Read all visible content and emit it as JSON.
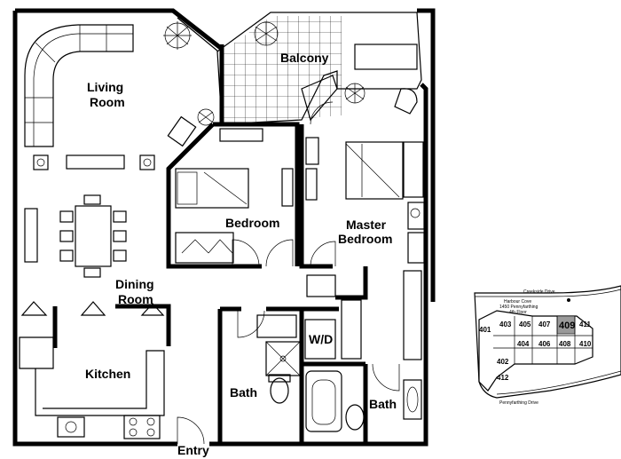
{
  "rooms": {
    "living_line1": "Living",
    "living_line2": "Room",
    "balcony": "Balcony",
    "bedroom": "Bedroom",
    "master_line1": "Master",
    "master_line2": "Bedroom",
    "dining_line1": "Dining",
    "dining_line2": "Room",
    "kitchen": "Kitchen",
    "wd": "W/D",
    "bath1": "Bath",
    "bath2": "Bath",
    "entry": "Entry"
  },
  "keyplan": {
    "street_top": "Creekside Drive",
    "building_line1": "Harbour Cove",
    "building_line2": "1450 Pennyfarthing",
    "building_line3": "4th Floor",
    "street_bottom": "Pennyfarthing Drive",
    "units": [
      "401",
      "403",
      "405",
      "407",
      "409",
      "411",
      "402",
      "404",
      "406",
      "408",
      "410",
      "412"
    ],
    "highlight_unit": "409",
    "highlight_color": "#9a9a9a"
  }
}
